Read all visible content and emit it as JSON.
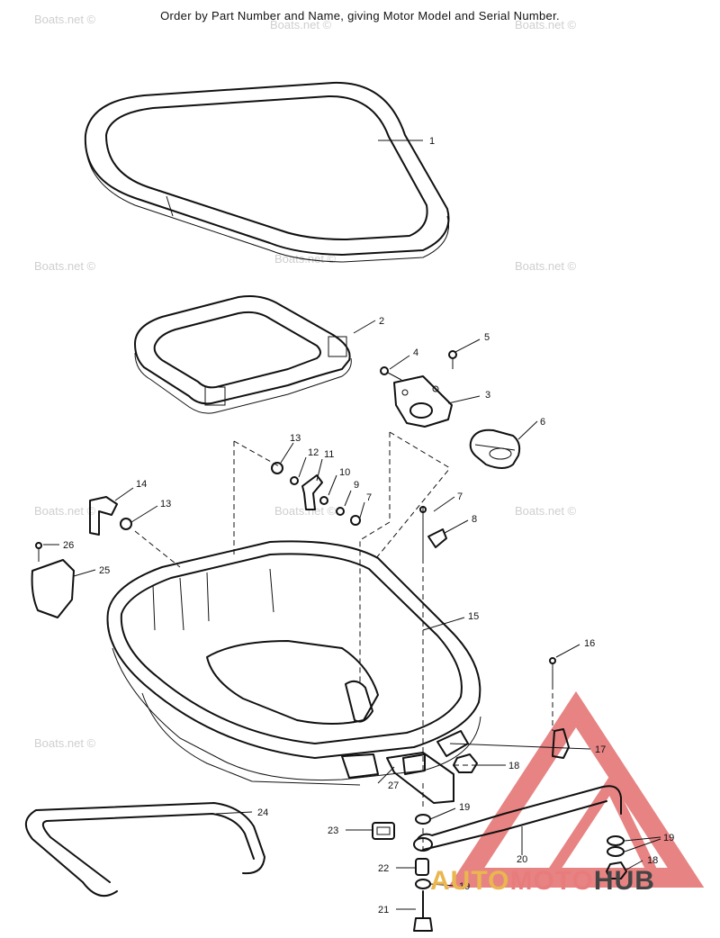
{
  "header": {
    "instruction": "Order by Part Number and Name, giving Motor Model and Serial Number."
  },
  "watermark": {
    "text": "Boats.net ©"
  },
  "logo": {
    "part1": "AUTO",
    "part2": "MOTO",
    "part3": "HUB",
    "colors": {
      "auto": "#e9b64f",
      "moto": "#e87c7c",
      "hub": "#444444",
      "triangle": "#e05a5a"
    }
  },
  "callouts": [
    "1",
    "2",
    "3",
    "4",
    "5",
    "6",
    "7",
    "8",
    "9",
    "10",
    "11",
    "12",
    "13",
    "14",
    "15",
    "16",
    "17",
    "18",
    "19",
    "20",
    "21",
    "22",
    "23",
    "24",
    "25",
    "26",
    "27"
  ]
}
